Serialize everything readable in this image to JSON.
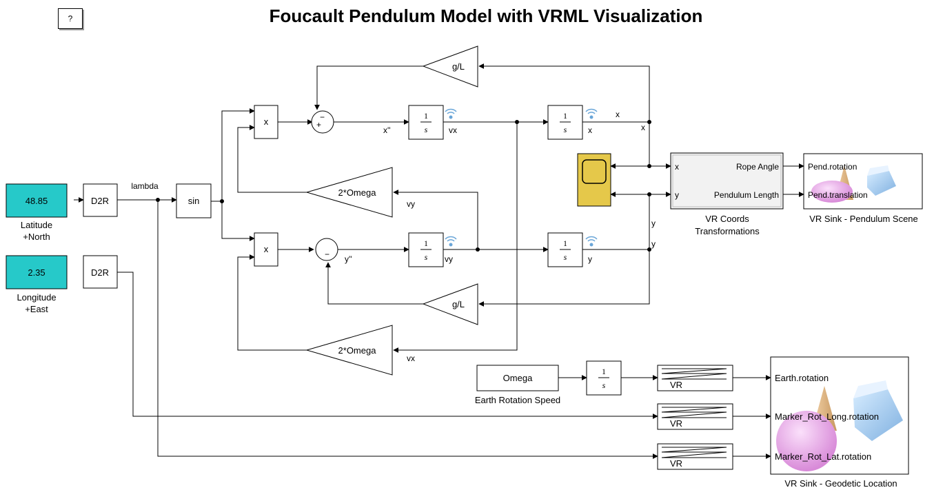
{
  "title": "Foucault Pendulum Model with VRML Visualization",
  "help_label": "?",
  "colors": {
    "const_fill": "#26c9c9",
    "scope_fill": "#e5c84a",
    "wire": "#000000",
    "block_fill": "#ffffff",
    "vr_fill": "#f2f2f2"
  },
  "blocks": {
    "latitude_value": "48.85",
    "latitude_label_1": "Latitude",
    "latitude_label_2": "+North",
    "longitude_value": "2.35",
    "longitude_label_1": "Longitude",
    "longitude_label_2": "+East",
    "d2r_1": "D2R",
    "d2r_2": "D2R",
    "sin": "sin",
    "mult_1": "x",
    "mult_2": "x",
    "gain_gl_1": "g/L",
    "gain_gl_2": "g/L",
    "gain_omega_1": "2*Omega",
    "gain_omega_2": "2*Omega",
    "int_num": "1",
    "int_den": "s",
    "sum_top_plus": "+",
    "sum_top_minus": "−",
    "sum_bottom_minus": "−",
    "vr_coords_in_x": "x",
    "vr_coords_in_y": "y",
    "vr_coords_out_1": "Rope Angle",
    "vr_coords_out_2": "Pendulum Length",
    "vr_coords_label_1": "VR Coords",
    "vr_coords_label_2": "Transformations",
    "sink1_in_1": "Pend.rotation",
    "sink1_in_2": "Pend.translation",
    "sink1_label": "VR Sink - Pendulum Scene",
    "omega": "Omega",
    "omega_label": "Earth Rotation Speed",
    "vr_block": "VR",
    "sink2_in_1": "Earth.rotation",
    "sink2_in_2": "Marker_Rot_Long.rotation",
    "sink2_in_3": "Marker_Rot_Lat.rotation",
    "sink2_label": "VR Sink - Geodetic Location"
  },
  "signals": {
    "lambda": "lambda",
    "xdd": "x''",
    "ydd": "y''",
    "vx_1": "vx",
    "vx_2": "vx",
    "vy_1": "vy",
    "vy_2": "vy",
    "x_1": "x",
    "x_2": "x",
    "x_3": "x",
    "y_1": "y",
    "y_2": "y",
    "y_3": "y"
  }
}
